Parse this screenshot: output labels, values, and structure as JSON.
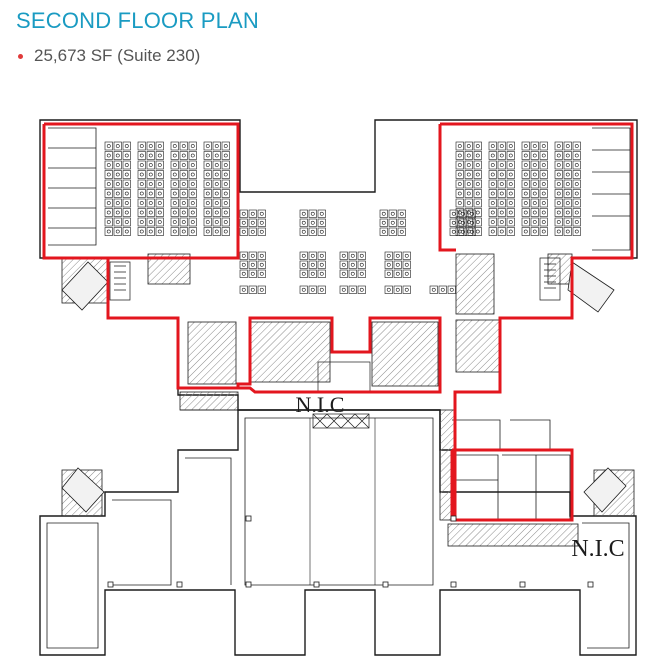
{
  "header": {
    "title": "SECOND FLOOR PLAN",
    "subtitle": "25,673 SF (Suite 230)"
  },
  "plan": {
    "nic_label_center": "N.I.C",
    "nic_label_right": "N.I.C"
  },
  "colors": {
    "title": "#1a9bc2",
    "bullet": "#e03a3a",
    "suite_outline": "#e3161e",
    "linework": "#1c1c1c",
    "hatch": "#8a8a8a"
  }
}
